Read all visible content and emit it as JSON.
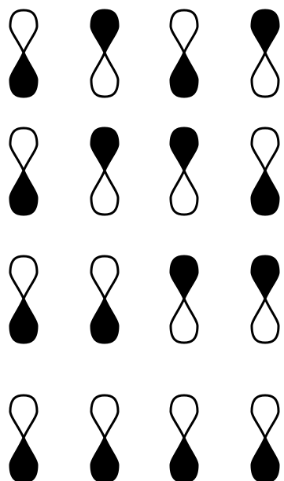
{
  "diagram": {
    "kind": "p-orbital phase array",
    "colors": {
      "filled": "#000000",
      "empty": "#ffffff",
      "stroke": "#000000"
    },
    "rows": [
      [
        "top-empty",
        "top-filled",
        "top-empty",
        "top-filled"
      ],
      [
        "top-empty",
        "top-filled",
        "top-filled",
        "top-empty"
      ],
      [
        "top-empty",
        "top-empty",
        "top-filled",
        "top-filled"
      ],
      [
        "top-empty",
        "top-empty",
        "top-empty",
        "top-empty"
      ]
    ]
  }
}
